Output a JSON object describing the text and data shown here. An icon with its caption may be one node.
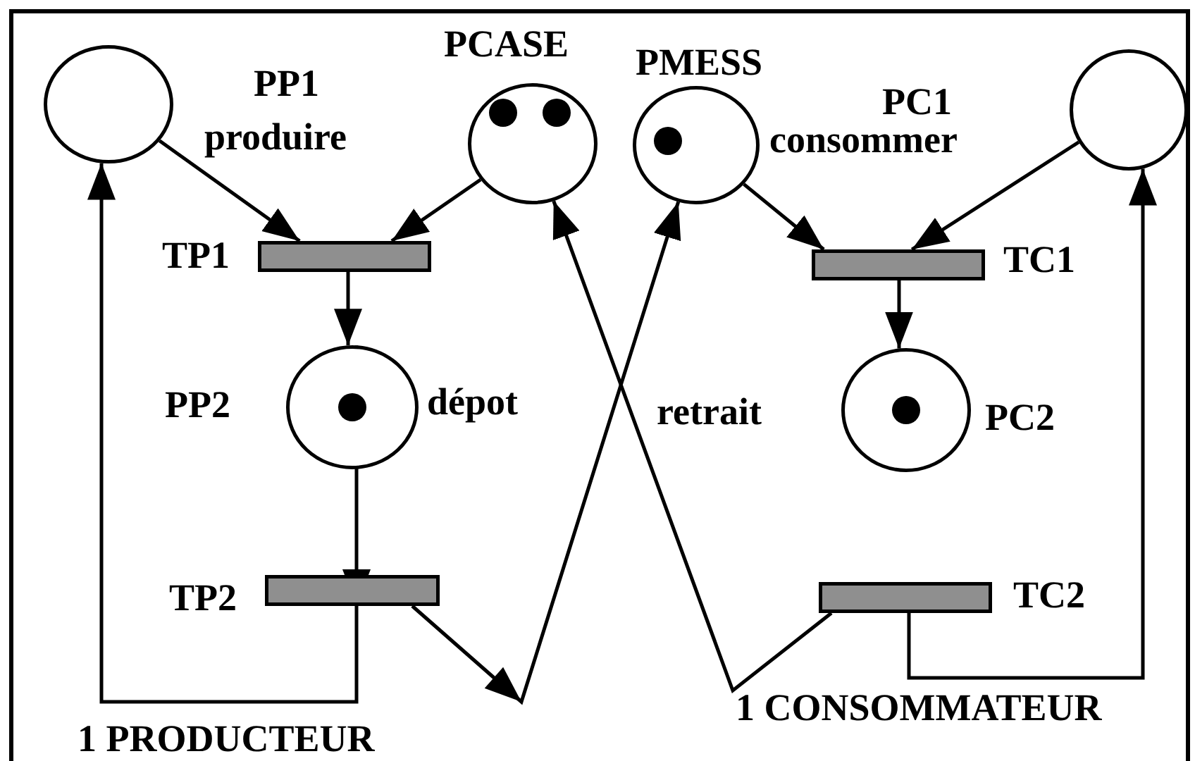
{
  "diagram": {
    "nodes": [
      {
        "text": [],
        "shape": "circle",
        "beside": [
          "PP1",
          "produire"
        ]
      },
      {
        "text": [],
        "shape": "circle",
        "beside": [
          "PCASE"
        ]
      },
      {
        "text": [],
        "shape": "circle",
        "beside": [
          "PMESS"
        ]
      },
      {
        "text": [],
        "shape": "circle",
        "beside": [
          "PC1",
          "consommer"
        ]
      },
      {
        "text": [],
        "shape": "bar",
        "beside": [
          "TP1"
        ]
      },
      {
        "text": [],
        "shape": "bar",
        "beside": [
          "TC1"
        ]
      },
      {
        "text": [],
        "shape": "circle",
        "beside": [
          "PP2",
          "dépot"
        ]
      },
      {
        "text": [],
        "shape": "circle",
        "beside": [
          "PC2"
        ]
      },
      {
        "text": [],
        "shape": "bar",
        "beside": [
          "TP2"
        ]
      },
      {
        "text": [],
        "shape": "bar",
        "beside": [
          "TC2"
        ]
      }
    ],
    "edges": [
      {
        "from": 0,
        "to": 4,
        "arrow": "to"
      },
      {
        "from": 1,
        "to": 4,
        "arrow": "to"
      },
      {
        "from": 4,
        "to": 6,
        "arrow": "to"
      },
      {
        "from": 6,
        "to": 8,
        "arrow": "to"
      },
      {
        "from": 8,
        "to": 2,
        "arrow": "to"
      },
      {
        "from": 8,
        "to": 0,
        "arrow": "to"
      },
      {
        "from": 9,
        "to": 1,
        "arrow": "to"
      },
      {
        "from": 9,
        "to": 3,
        "arrow": "to"
      },
      {
        "from": 2,
        "to": 5,
        "arrow": "to"
      },
      {
        "from": 3,
        "to": 5,
        "arrow": "to"
      },
      {
        "from": 5,
        "to": 7,
        "arrow": "to"
      }
    ],
    "labels": [
      "retrait",
      "1 PRODUCTEUR",
      "1 CONSOMMATEUR"
    ]
  }
}
